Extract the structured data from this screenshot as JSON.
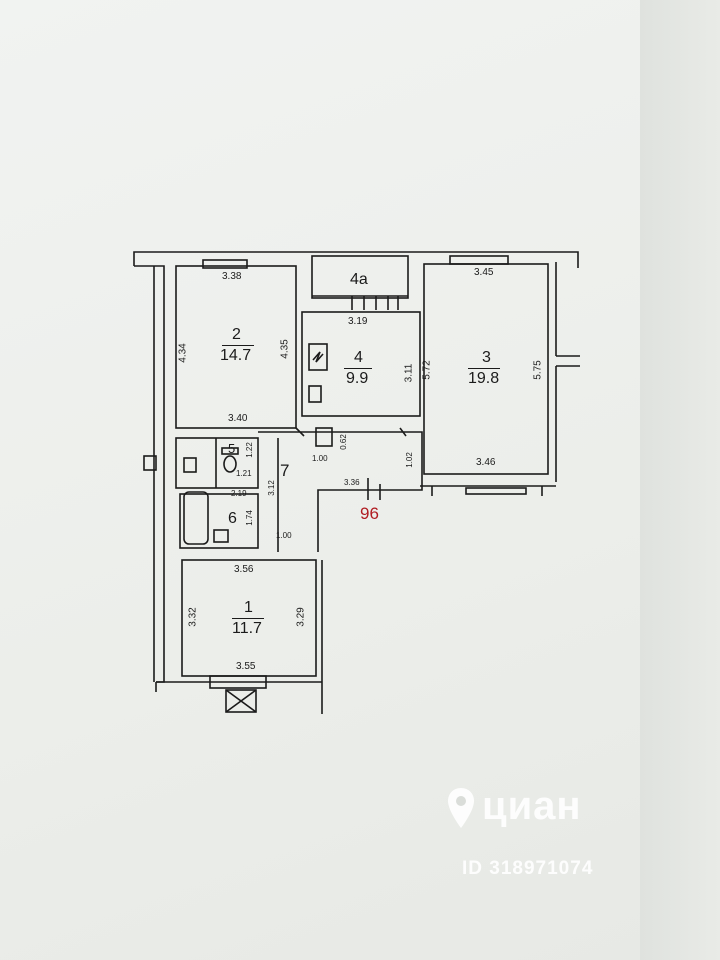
{
  "plan": {
    "flat_number": "96",
    "rooms": [
      {
        "id": "2",
        "number": "2",
        "area": "14.7"
      },
      {
        "id": "4",
        "number": "4",
        "area": "9.9"
      },
      {
        "id": "3",
        "number": "3",
        "area": "19.8"
      },
      {
        "id": "1",
        "number": "1",
        "area": "11.7"
      },
      {
        "id": "4a",
        "number": "4a"
      },
      {
        "id": "5",
        "number": "5"
      },
      {
        "id": "6",
        "number": "6"
      },
      {
        "id": "7",
        "number": "7"
      }
    ],
    "dimensions": {
      "r2_top": "3.38",
      "r2_left": "4.34",
      "r2_right": "4.35",
      "r2_bottom": "3.40",
      "r4_top": "3.19",
      "r4_right": "3.11",
      "r4_small_w": "1.00",
      "r4_small_h": "0.62",
      "r3_top": "3.45",
      "r3_left": "5.72",
      "r3_right": "5.75",
      "r3_bottom": "3.46",
      "r5_h": "1.22",
      "r5_w": "1.21",
      "r6_w": "2.19",
      "r6_h": "1.74",
      "r7_h": "3.12",
      "r7_w": "3.36",
      "r7_door": "1.02",
      "corridor_bottom": "1.00",
      "r1_top": "3.56",
      "r1_left": "3.32",
      "r1_right": "3.29",
      "r1_bottom": "3.55"
    }
  },
  "watermark": {
    "brand": "циан",
    "id_text": "ID 318971074",
    "icon": "location-pin-icon"
  }
}
